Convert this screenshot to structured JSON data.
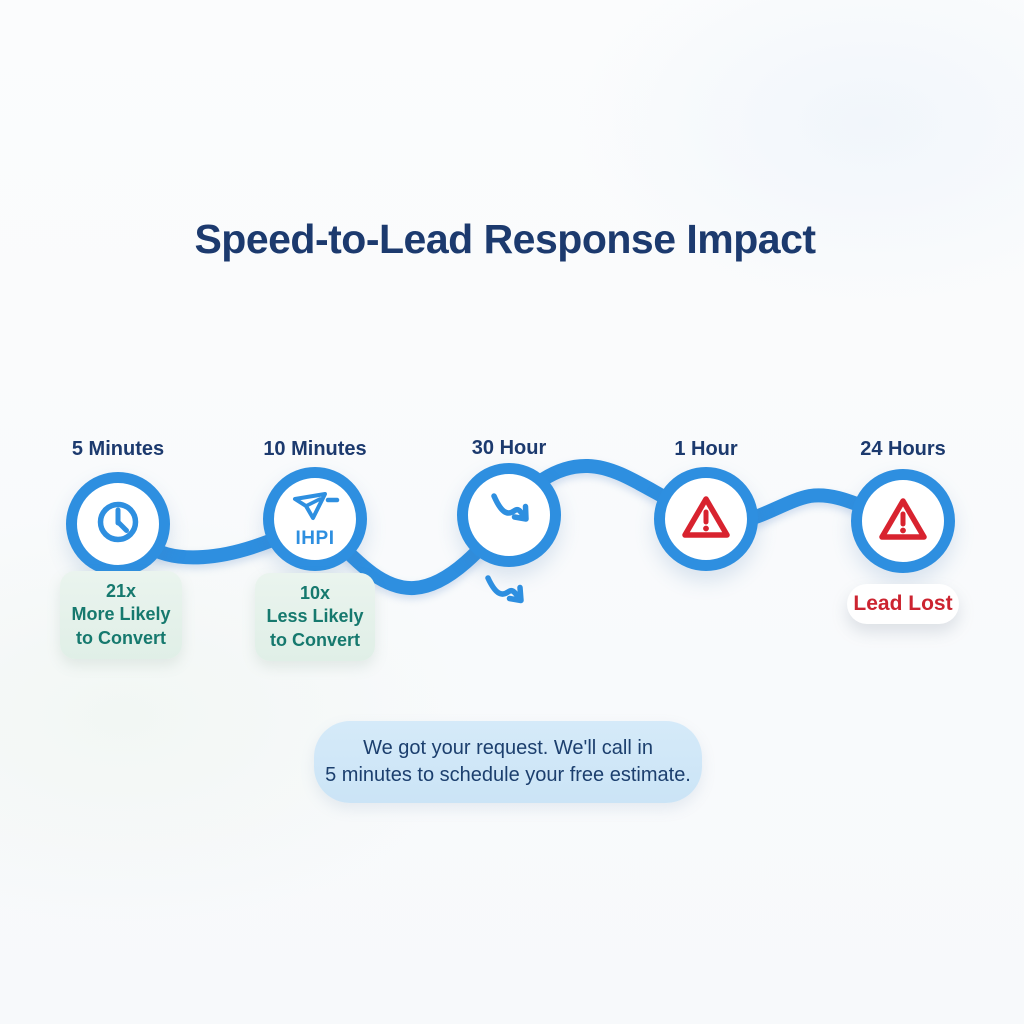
{
  "title": "Speed-to-Lead Response Impact",
  "timeline": {
    "nodes": [
      {
        "label": "5 Minutes",
        "icon": "clock-icon",
        "badge": "21x\nMore Likely\nto Convert"
      },
      {
        "label": "10 Minutes",
        "icon": "paper-plane-icon",
        "icon_text": "IHPI",
        "badge": "10x\nLess Likely\nto Convert"
      },
      {
        "label": "30 Hour",
        "icon": "trend-down-arrow-icon"
      },
      {
        "label": "1 Hour",
        "icon": "warning-triangle-icon"
      },
      {
        "label": "24 Hours",
        "icon": "warning-triangle-icon",
        "badge": "Lead Lost"
      }
    ]
  },
  "notification": {
    "message": "We got your request. We'll call in\n5 minutes to schedule your free estimate."
  },
  "colors": {
    "accent_blue": "#2e8fe0",
    "navy": "#1c3a6e",
    "teal": "#16796e",
    "mint_badge": "#e4f1e9",
    "alert_red": "#d8232f",
    "bubble_blue": "#cfe7f8",
    "background": "#f7f9fb"
  }
}
